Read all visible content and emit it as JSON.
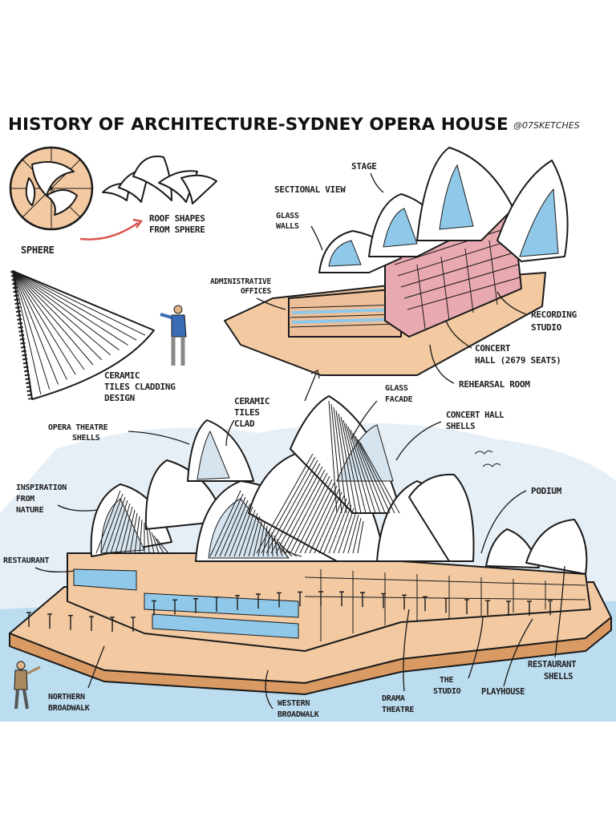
{
  "header": {
    "title": "HISTORY OF ARCHITECTURE-SYDNEY OPERA HOUSE",
    "handle": "@07SKETCHES"
  },
  "colors": {
    "ink": "#1a1a1a",
    "sand": "#f2c9a1",
    "sand_dark": "#d99a63",
    "glass": "#8fc8e8",
    "pink": "#e9a9b0",
    "water": "#bcdcef",
    "sky": "#e6eef6",
    "shell_white": "#ffffff",
    "arrow_red": "#d9534f"
  },
  "labels": {
    "sphere": "SPHERE",
    "roof_shapes": [
      "ROOF SHAPES",
      "FROM SPHERE"
    ],
    "ceramic_design": [
      "CERAMIC",
      "TILES CLADDING",
      "DESIGN"
    ],
    "stage": "STAGE",
    "sectional_view": "SECTIONAL VIEW",
    "glass_walls": [
      "GLASS",
      "WALLS"
    ],
    "admin_offices": [
      "ADMINISTRATIVE",
      "OFFICES"
    ],
    "recording_studio": [
      "RECORDING",
      "STUDIO"
    ],
    "concert_hall": [
      "CONCERT",
      "HALL (2679 SEATS)"
    ],
    "rehearsal_room": "REHEARSAL ROOM",
    "glass_facade": [
      "GLASS",
      "FACADE"
    ],
    "ceramic_clad": [
      "CERAMIC",
      "TILES",
      "CLAD"
    ],
    "concert_shells": [
      "CONCERT HALL",
      "SHELLS"
    ],
    "opera_shells": [
      "OPERA THEATRE",
      "SHELLS"
    ],
    "podium": "PODIUM",
    "inspiration": [
      "INSPIRATION",
      "FROM",
      "NATURE"
    ],
    "restaurant": "RESTAURANT",
    "restaurant_shells": [
      "RESTAURANT",
      "SHELLS"
    ],
    "the_studio": [
      "THE",
      "STUDIO"
    ],
    "playhouse": "PLAYHOUSE",
    "drama_theatre": [
      "DRAMA",
      "THEATRE"
    ],
    "western_broadwalk": [
      "WESTERN",
      "BROADWALK"
    ],
    "northern_broadwalk": [
      "NORTHERN",
      "BROADWALK"
    ]
  }
}
